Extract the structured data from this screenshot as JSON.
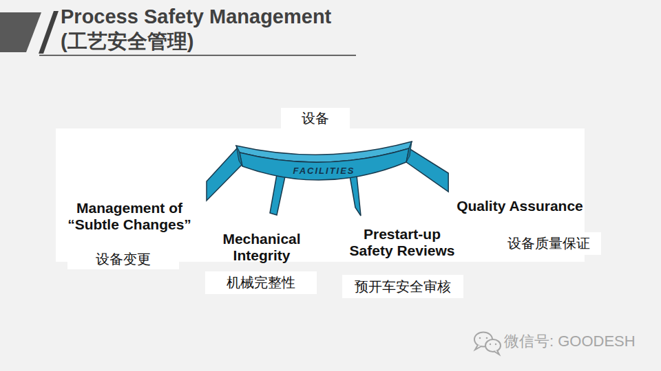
{
  "diagram": {
    "title": "Process Safety Management (工艺安全管理)",
    "nodes": [
      {
        "text": [
          "FACILITIES",
          "设备"
        ]
      },
      {
        "text": [
          "Management of “Subtle Changes”",
          "设备变更"
        ]
      },
      {
        "text": [
          "Mechanical Integrity",
          "机械完整性"
        ]
      },
      {
        "text": [
          "Prestart-up Safety Reviews",
          "预开车安全审核"
        ]
      },
      {
        "text": [
          "Quality Assurance",
          "设备质量保证"
        ]
      }
    ],
    "edges": [
      {
        "from": 0,
        "to": 1,
        "arrow": "none"
      },
      {
        "from": 0,
        "to": 2,
        "arrow": "none"
      },
      {
        "from": 0,
        "to": 3,
        "arrow": "none"
      },
      {
        "from": 0,
        "to": 4,
        "arrow": "none"
      }
    ],
    "labels": [
      "微信号: GOODESH"
    ]
  }
}
